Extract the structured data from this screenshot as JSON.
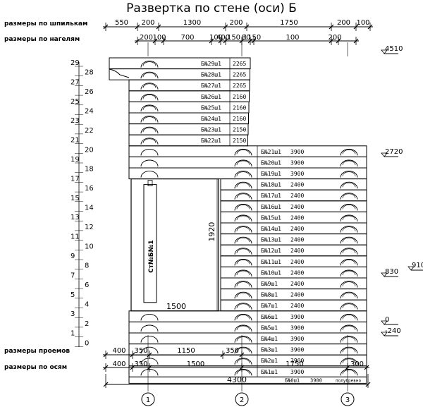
{
  "title": "Развертка по стене (оси) Б",
  "row_labels": {
    "studs": "размеры по шпилькам",
    "nagels": "размеры по нагелям",
    "openings": "размеры проемов",
    "axes": "размеры по осям"
  },
  "top_dims_studs": [
    "550",
    "200",
    "1300",
    "200",
    "1750",
    "200",
    "100"
  ],
  "top_dims_nagels": [
    "200",
    "100",
    "700",
    "100",
    "400",
    "150",
    "80",
    "1150",
    "100",
    "200"
  ],
  "bottom_dims_openings": [
    "400",
    "350",
    "1150",
    "350"
  ],
  "bottom_dims_axes": [
    "400",
    "350",
    "1500",
    "1750",
    "300"
  ],
  "overall_dim": "4300",
  "axes": [
    "1",
    "2",
    "3"
  ],
  "row_numbers": [
    "29",
    "28",
    "27",
    "26",
    "25",
    "24",
    "23",
    "22",
    "21",
    "20",
    "19",
    "18",
    "17",
    "16",
    "15",
    "14",
    "13",
    "12",
    "11",
    "10",
    "9",
    "8",
    "7",
    "6",
    "5",
    "4",
    "3",
    "2",
    "1",
    "0"
  ],
  "level_marks": [
    "4510",
    "2720",
    "910",
    "830",
    "0",
    "-240"
  ],
  "logs_upper": [
    {
      "label": "Б№29ш1",
      "len": "2265"
    },
    {
      "label": "Б№28ш1",
      "len": "2265"
    },
    {
      "label": "Б№27ш1",
      "len": "2265"
    },
    {
      "label": "Б№26ш1",
      "len": "2160"
    },
    {
      "label": "Б№25ш1",
      "len": "2160"
    },
    {
      "label": "Б№24ш1",
      "len": "2160"
    },
    {
      "label": "Б№23ш1",
      "len": "2150"
    },
    {
      "label": "Б№22ш1",
      "len": "2150"
    }
  ],
  "logs_main": [
    {
      "label": "Б№21ш1",
      "len": "3900"
    },
    {
      "label": "Б№20ш1",
      "len": "3900"
    },
    {
      "label": "Б№19ш1",
      "len": "3900"
    },
    {
      "label": "Б№18ш1",
      "len": "2400"
    },
    {
      "label": "Б№17ш1",
      "len": "2400"
    },
    {
      "label": "Б№16ш1",
      "len": "2400"
    },
    {
      "label": "Б№15ш1",
      "len": "2400"
    },
    {
      "label": "Б№14ш1",
      "len": "2400"
    },
    {
      "label": "Б№13ш1",
      "len": "2400"
    },
    {
      "label": "Б№12ш1",
      "len": "2400"
    },
    {
      "label": "Б№11ш1",
      "len": "2400"
    },
    {
      "label": "Б№10ш1",
      "len": "2400"
    },
    {
      "label": "Б№9ш1",
      "len": "2400"
    },
    {
      "label": "Б№8ш1",
      "len": "2400"
    },
    {
      "label": "Б№7ш1",
      "len": "2400"
    },
    {
      "label": "Б№6ш1",
      "len": "3900"
    },
    {
      "label": "Б№5ш1",
      "len": "3900"
    },
    {
      "label": "Б№4ш1",
      "len": "3900"
    },
    {
      "label": "Б№3ш1",
      "len": "3900"
    },
    {
      "label": "Б№2ш1",
      "len": "3900"
    },
    {
      "label": "Б№1ш1",
      "len": "3900"
    }
  ],
  "bottom_log": {
    "label": "Б№0ш1",
    "len": "3900",
    "note": "полубревно"
  },
  "opening": {
    "post_label": "Ст№Б№1",
    "height": "1920",
    "width": "1500"
  }
}
